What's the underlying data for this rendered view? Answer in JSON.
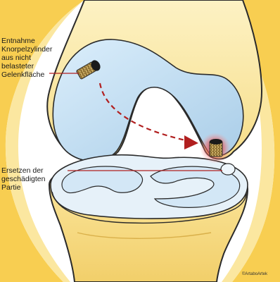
{
  "labels": {
    "harvest": [
      "Entnahme",
      "Knorpelzylinder",
      "aus nicht",
      "belasteter",
      "Gelenkfläche"
    ],
    "replace": [
      "Ersetzen der",
      "geschädigten",
      "Partie"
    ]
  },
  "copyright": "©ArtaboArtek",
  "colors": {
    "background": "#ffffff",
    "outer_glow": "#f7c632",
    "bone": "#fbeaa7",
    "bone_outline": "#2a2a2a",
    "cartilage": "#c9e2f3",
    "meniscus": "#deeef9",
    "plug": "#c9a24a",
    "plug_cap": "#1a1a1a",
    "arrow": "#b11f1f",
    "lesion": "#e04848"
  }
}
